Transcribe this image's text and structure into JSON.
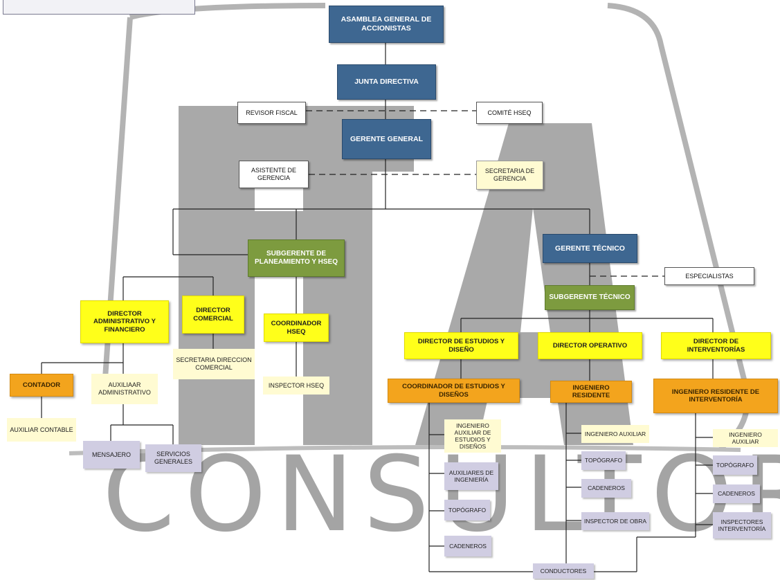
{
  "colors": {
    "blue": "#3e6791",
    "green": "#7d9b3f",
    "yellow": "#ffff1a",
    "orange": "#f3a41d",
    "pale_yellow": "#fffbd2",
    "lavender": "#d0cde2",
    "watermark_gray": "#a4a4a4"
  },
  "watermark": {
    "text": "CONSULTORES",
    "logo_letters": "FTA"
  },
  "nodes": {
    "asamblea": "ASAMBLEA GENERAL DE ACCIONISTAS",
    "junta": "JUNTA DIRECTIVA",
    "revisor": "REVISOR FISCAL",
    "comite": "COMITÉ HSEQ",
    "gerente_general": "GERENTE GENERAL",
    "asistente": "ASISTENTE DE GERENCIA",
    "secretaria_gerencia": "SECRETARIA DE GERENCIA",
    "subgerente_plan": "SUBGERENTE DE PLANEAMIENTO Y HSEQ",
    "gerente_tecnico": "GERENTE TÉCNICO",
    "especialistas": "ESPECIALISTAS",
    "subgerente_tecnico": "SUBGERENTE TÉCNICO",
    "director_admin": "DIRECTOR ADMINISTRATIVO Y FINANCIERO",
    "director_comercial": "DIRECTOR COMERCIAL",
    "coordinador_hseq": "COORDINADOR HSEQ",
    "secretaria_comercial": "SECRETARIA DIRECCION COMERCIAL",
    "inspector_hseq": "INSPECTOR HSEQ",
    "contador": "CONTADOR",
    "auxiliar_admin": "AUXILIAAR ADMINISTRATIVO",
    "auxiliar_contable": "AUXILIAR CONTABLE",
    "mensajero": "MENSAJERO",
    "servicios": "SERVICIOS GENERALES",
    "director_estudios": "DIRECTOR DE ESTUDIOS Y DISEÑO",
    "director_operativo": "DIRECTOR OPERATIVO",
    "director_interventorias": "DIRECTOR DE INTERVENTORÍAS",
    "coordinador_estudios": "COORDINADOR DE ESTUDIOS Y DISEÑOS",
    "ingeniero_residente": "INGENIERO RESIDENTE",
    "ingeniero_residente_interv": "INGENIERO RESIDENTE DE INTERVENTORÍA",
    "ing_aux_estudios": "INGENIERO AUXILIAR DE ESTUDIOS Y DISEÑOS",
    "auxiliares_ingenieria": "AUXILIARES DE INGENIERÍA",
    "topografo_1": "TOPÓGRAFO",
    "cadeneros_1": "CADENEROS",
    "ing_aux_operativo": "INGENIERO AUXILIAR",
    "topografo_2": "TOPÓGRAFO",
    "cadeneros_2": "CADENEROS",
    "inspector_obra": "INSPECTOR DE OBRA",
    "ing_aux_interv": "INGENIERO AUXILIAR",
    "topografo_3": "TOPÓGRAFO",
    "cadeneros_3": "CADENEROS",
    "inspectores_interv": "INSPECTORES INTERVENTORÍA",
    "conductores": "CONDUCTORES"
  }
}
